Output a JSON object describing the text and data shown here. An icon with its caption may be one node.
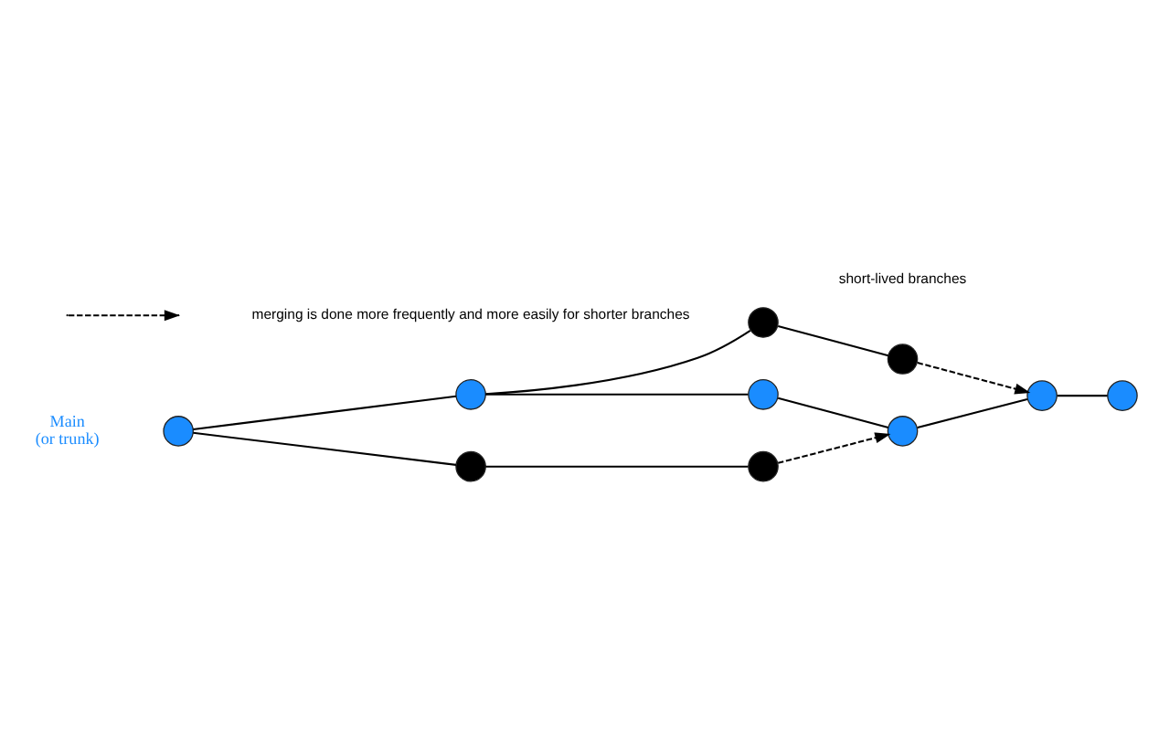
{
  "diagram": {
    "nodes": [
      {
        "text": [],
        "shape": "circle",
        "beside": [
          "Main (or trunk)"
        ]
      },
      {
        "text": [],
        "shape": "circle"
      },
      {
        "text": [],
        "shape": "circle"
      },
      {
        "text": [],
        "shape": "circle"
      },
      {
        "text": [],
        "shape": "circle"
      },
      {
        "text": [],
        "shape": "circle"
      },
      {
        "text": [],
        "shape": "circle"
      },
      {
        "text": [],
        "shape": "circle"
      },
      {
        "text": [],
        "shape": "circle"
      },
      {
        "text": [],
        "shape": "circle"
      }
    ],
    "edges": [
      {
        "from": 0,
        "to": 1,
        "arrow": "none"
      },
      {
        "from": 1,
        "to": 2,
        "arrow": "none"
      },
      {
        "from": 2,
        "to": 3,
        "arrow": "none"
      },
      {
        "from": 3,
        "to": 4,
        "arrow": "none"
      },
      {
        "from": 4,
        "to": 5,
        "arrow": "none"
      },
      {
        "from": 1,
        "to": 6,
        "arrow": "none"
      },
      {
        "from": 6,
        "to": 7,
        "arrow": "none"
      },
      {
        "from": 7,
        "to": 4,
        "arrow": "to",
        "style": "dashed"
      },
      {
        "from": 0,
        "to": 8,
        "arrow": "none"
      },
      {
        "from": 8,
        "to": 9,
        "arrow": "none"
      },
      {
        "from": 9,
        "to": 3,
        "arrow": "to",
        "style": "dashed"
      }
    ],
    "labels": [
      "short-lived branches"
    ],
    "legend": [
      {
        "text": "merging is done more frequently and more easily for shorter branches"
      }
    ]
  }
}
